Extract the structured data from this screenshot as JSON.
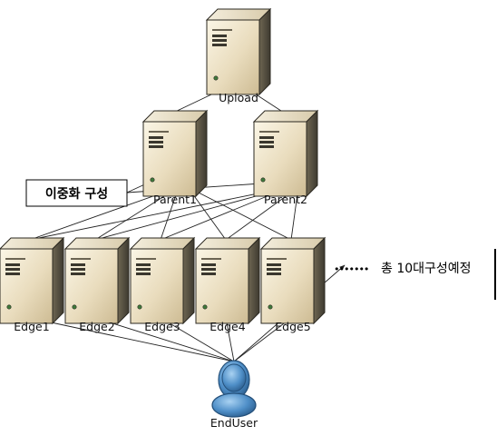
{
  "servers": [
    {
      "id": "upload",
      "label": "Upload"
    },
    {
      "id": "parent1",
      "label": "Parent1"
    },
    {
      "id": "parent2",
      "label": "Parent2"
    },
    {
      "id": "edge1",
      "label": "Edge1"
    },
    {
      "id": "edge2",
      "label": "Edge2"
    },
    {
      "id": "edge3",
      "label": "Edge3"
    },
    {
      "id": "edge4",
      "label": "Edge4"
    },
    {
      "id": "edge5",
      "label": "Edge5"
    }
  ],
  "user": {
    "label": "EndUser"
  },
  "callout": {
    "text": "이중화 구성"
  },
  "note": {
    "dots": "•••••••",
    "text": "총 10대구성예정"
  }
}
